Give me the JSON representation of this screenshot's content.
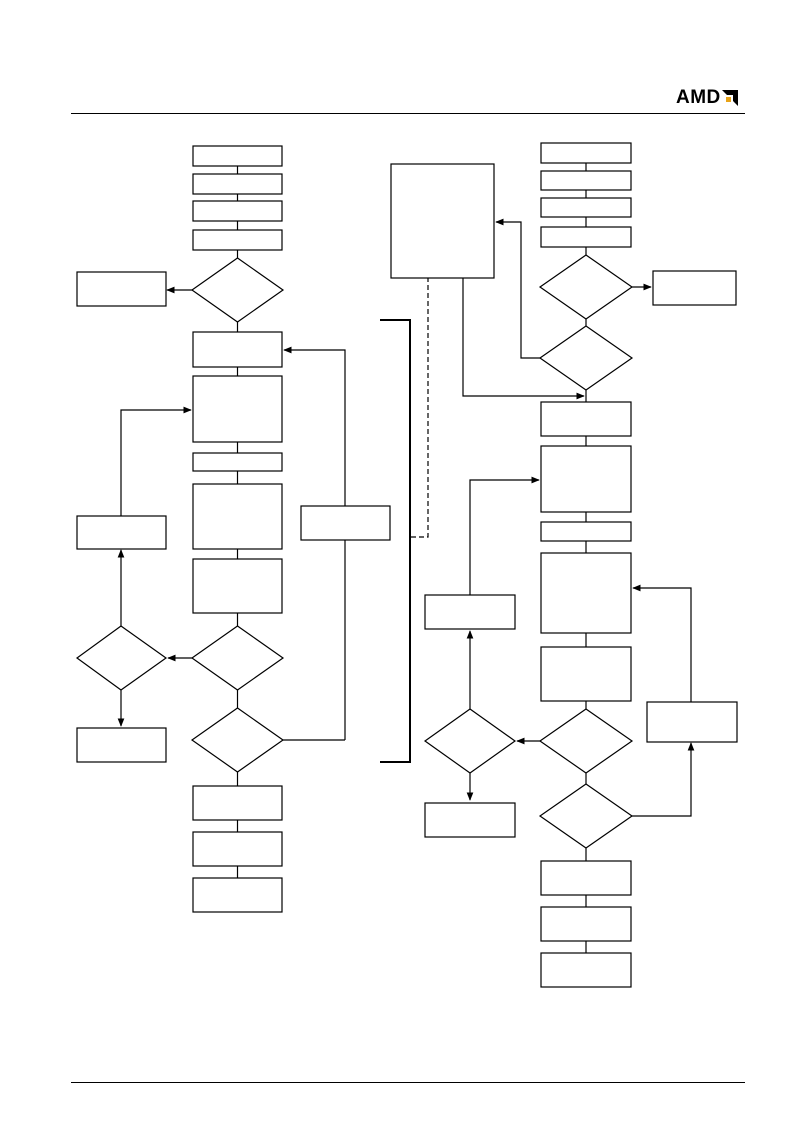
{
  "header": {
    "logo_text": "AMD",
    "logo_mark_icon": "amd-arrow-logo-icon",
    "logo_color": "#000000",
    "accent_color": "#e8a317"
  },
  "flowchart": {
    "line_color": "#000000",
    "left_column": {
      "initial_steps": 4,
      "decisions": 3,
      "process_boxes": 10,
      "result_boxes": 3
    },
    "right_column": {
      "initial_steps": 4,
      "decisions": 4,
      "process_boxes": 10,
      "result_boxes": 4
    },
    "connector_block": 1,
    "bracket": 1
  },
  "footer": {}
}
